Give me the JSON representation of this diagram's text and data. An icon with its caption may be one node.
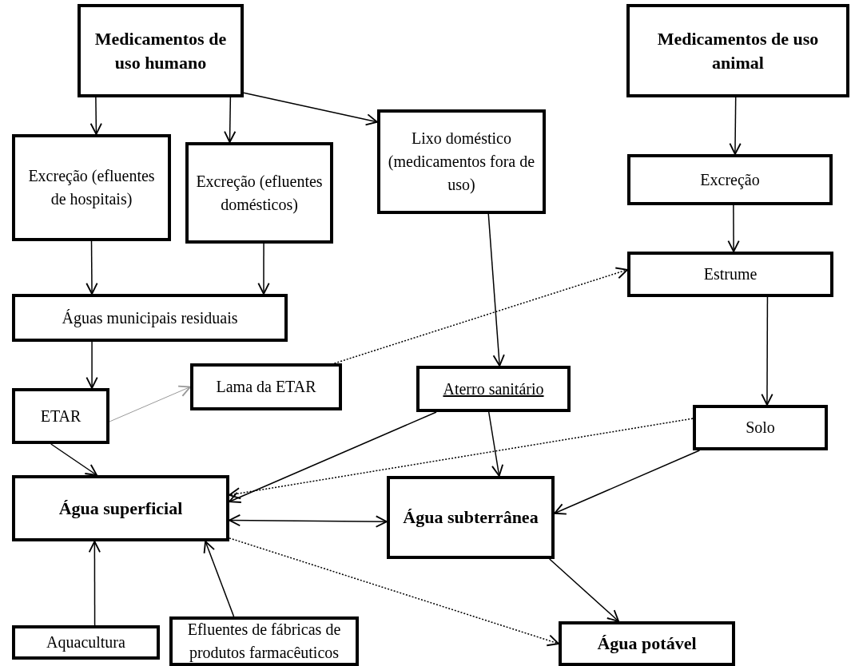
{
  "diagram": {
    "nodes": [
      {
        "text": [
          "Medicamentos de uso humano"
        ]
      },
      {
        "text": [
          "Medicamentos de uso animal"
        ]
      },
      {
        "text": [
          "Excreção (efluentes de hospitais)"
        ]
      },
      {
        "text": [
          "Excreção (efluentes domésticos)"
        ]
      },
      {
        "text": [
          "Lixo doméstico (medicamentos fora de uso)"
        ]
      },
      {
        "text": [
          "Excreção"
        ]
      },
      {
        "text": [
          "Estrume"
        ]
      },
      {
        "text": [
          "Águas municipais residuais"
        ]
      },
      {
        "text": [
          "Lama da ETAR"
        ]
      },
      {
        "text": [
          "Aterro sanitário"
        ]
      },
      {
        "text": [
          "ETAR"
        ]
      },
      {
        "text": [
          "Solo"
        ]
      },
      {
        "text": [
          "Água superficial"
        ]
      },
      {
        "text": [
          "Água subterrânea"
        ]
      },
      {
        "text": [
          "Aquacultura"
        ]
      },
      {
        "text": [
          "Efluentes de fábricas de produtos farmacêuticos"
        ]
      },
      {
        "text": [
          "Água potável"
        ]
      }
    ],
    "edges": [
      {
        "from": 0,
        "to": 2,
        "arrow": "to"
      },
      {
        "from": 0,
        "to": 3,
        "arrow": "to"
      },
      {
        "from": 0,
        "to": 4,
        "arrow": "to"
      },
      {
        "from": 1,
        "to": 5,
        "arrow": "to"
      },
      {
        "from": 2,
        "to": 7,
        "arrow": "to"
      },
      {
        "from": 3,
        "to": 7,
        "arrow": "to"
      },
      {
        "from": 5,
        "to": 6,
        "arrow": "to"
      },
      {
        "from": 4,
        "to": 9,
        "arrow": "to"
      },
      {
        "from": 7,
        "to": 10,
        "arrow": "to"
      },
      {
        "from": 10,
        "to": 8,
        "arrow": "to",
        "color": "#999999"
      },
      {
        "from": 8,
        "to": 6,
        "arrow": "to",
        "style": "dashed"
      },
      {
        "from": 6,
        "to": 11,
        "arrow": "to"
      },
      {
        "from": 10,
        "to": 12,
        "arrow": "to"
      },
      {
        "from": 9,
        "to": 12,
        "arrow": "to"
      },
      {
        "from": 9,
        "to": 13,
        "arrow": "to"
      },
      {
        "from": 11,
        "to": 12,
        "arrow": "to",
        "style": "dashed"
      },
      {
        "from": 11,
        "to": 13,
        "arrow": "to"
      },
      {
        "from": 12,
        "to": 13,
        "arrow": "both"
      },
      {
        "from": 12,
        "to": 16,
        "arrow": "to",
        "style": "dashed"
      },
      {
        "from": 14,
        "to": 12,
        "arrow": "to"
      },
      {
        "from": 15,
        "to": 12,
        "arrow": "to"
      },
      {
        "from": 13,
        "to": 16,
        "arrow": "to"
      }
    ]
  }
}
